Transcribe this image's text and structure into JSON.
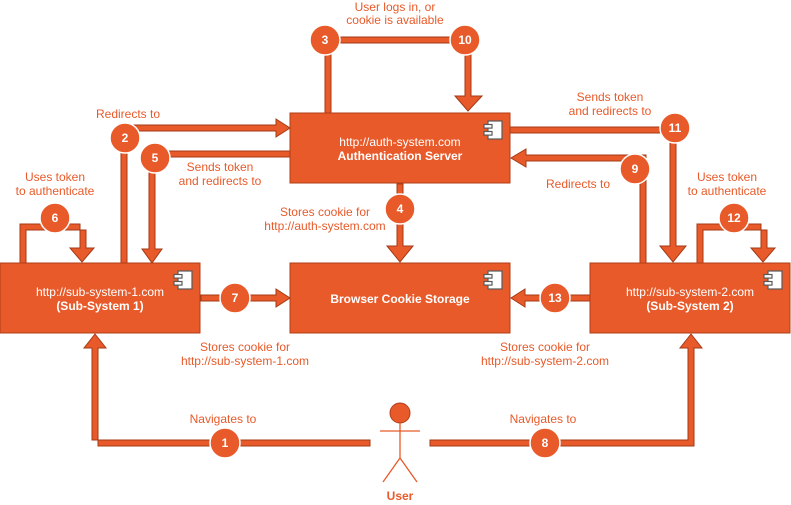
{
  "colors": {
    "accent": "#E85A2A",
    "stroke": "#B13F1A",
    "arrow_stroke": "#A33A16",
    "label_text": "#E85A2A",
    "box_text": "#FFFFFF",
    "background": "#FFFFFF"
  },
  "nodes": {
    "auth_server": {
      "url": "http://auth-system.com",
      "name": "Authentication Server",
      "icon": "component-icon"
    },
    "cookie_storage": {
      "name": "Browser Cookie Storage",
      "icon": "component-icon"
    },
    "sub_system_1": {
      "url": "http://sub-system-1.com",
      "name": "(Sub-System 1)",
      "icon": "component-icon"
    },
    "sub_system_2": {
      "url": "http://sub-system-2.com",
      "name": "(Sub-System 2)",
      "icon": "component-icon"
    },
    "user": {
      "name": "User",
      "icon": "user-actor-icon"
    }
  },
  "steps": {
    "s1": "1",
    "s2": "2",
    "s3": "3",
    "s4": "4",
    "s5": "5",
    "s6": "6",
    "s7": "7",
    "s8": "8",
    "s9": "9",
    "s10": "10",
    "s11": "11",
    "s12": "12",
    "s13": "13"
  },
  "labels": {
    "login_top_1": "User logs in, or",
    "login_top_2": "cookie is available",
    "redirects_to_left": "Redirects to",
    "sends_token_left_1": "Sends token",
    "sends_token_left_2": "and redirects to",
    "uses_token_left_1": "Uses token",
    "uses_token_left_2": "to authenticate",
    "stores_auth_1": "Stores cookie for",
    "stores_auth_2": "http://auth-system.com",
    "sends_token_right_1": "Sends token",
    "sends_token_right_2": "and redirects to",
    "redirects_to_right": "Redirects to",
    "uses_token_right_1": "Uses token",
    "uses_token_right_2": "to authenticate",
    "stores_sub1_1": "Stores cookie for",
    "stores_sub1_2": "http://sub-system-1.com",
    "stores_sub2_1": "Stores cookie for",
    "stores_sub2_2": "http://sub-system-2.com",
    "navigates_left": "Navigates to",
    "navigates_right": "Navigates to"
  }
}
